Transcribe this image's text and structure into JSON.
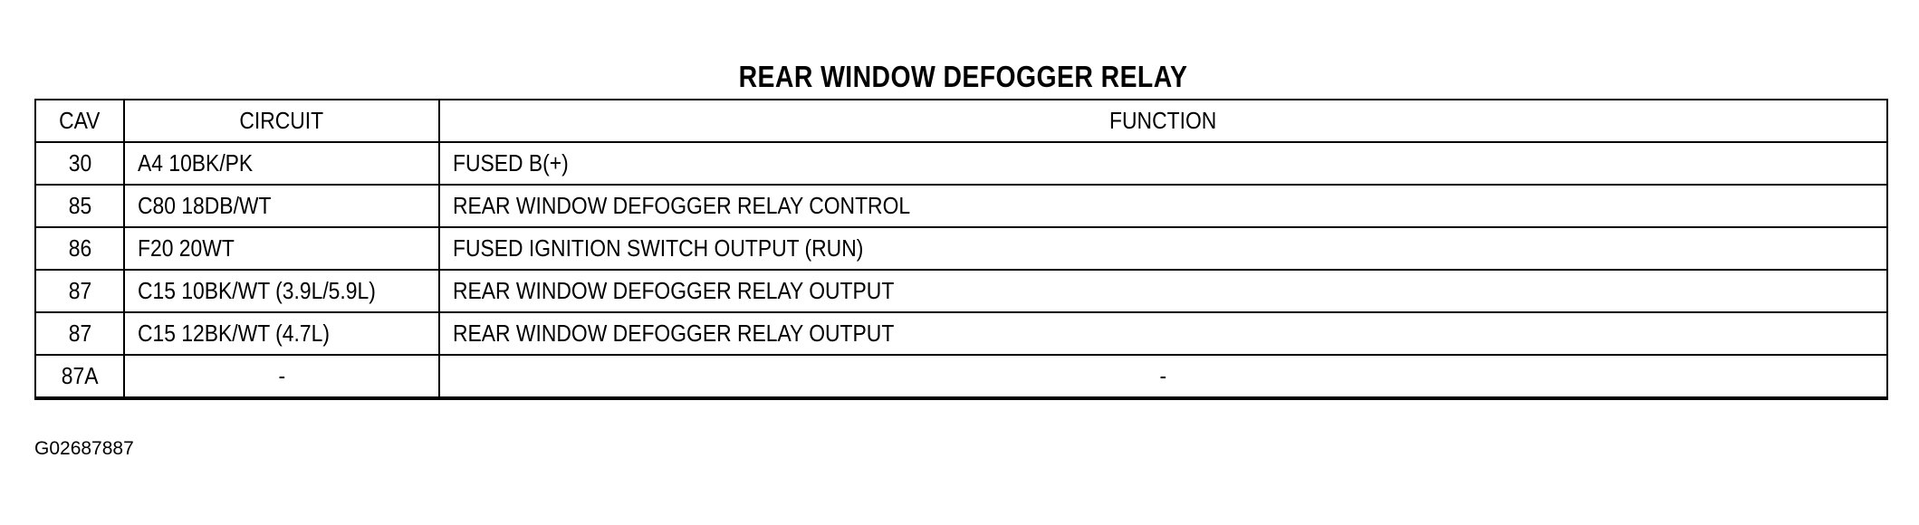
{
  "title": "REAR WINDOW DEFOGGER RELAY",
  "table": {
    "headers": {
      "cav": "CAV",
      "circuit": "CIRCUIT",
      "function": "FUNCTION"
    },
    "rows": [
      {
        "cav": "30",
        "circuit": "A4 10BK/PK",
        "function": "FUSED B(+)"
      },
      {
        "cav": "85",
        "circuit": "C80 18DB/WT",
        "function": "REAR WINDOW DEFOGGER RELAY CONTROL"
      },
      {
        "cav": "86",
        "circuit": "F20 20WT",
        "function": "FUSED IGNITION SWITCH OUTPUT (RUN)"
      },
      {
        "cav": "87",
        "circuit": "C15 10BK/WT (3.9L/5.9L)",
        "function": "REAR WINDOW DEFOGGER RELAY OUTPUT"
      },
      {
        "cav": "87",
        "circuit": "C15 12BK/WT (4.7L)",
        "function": "REAR WINDOW DEFOGGER RELAY OUTPUT"
      },
      {
        "cav": "87A",
        "circuit": "-",
        "function": "-"
      }
    ]
  },
  "figure_id": "G02687887"
}
